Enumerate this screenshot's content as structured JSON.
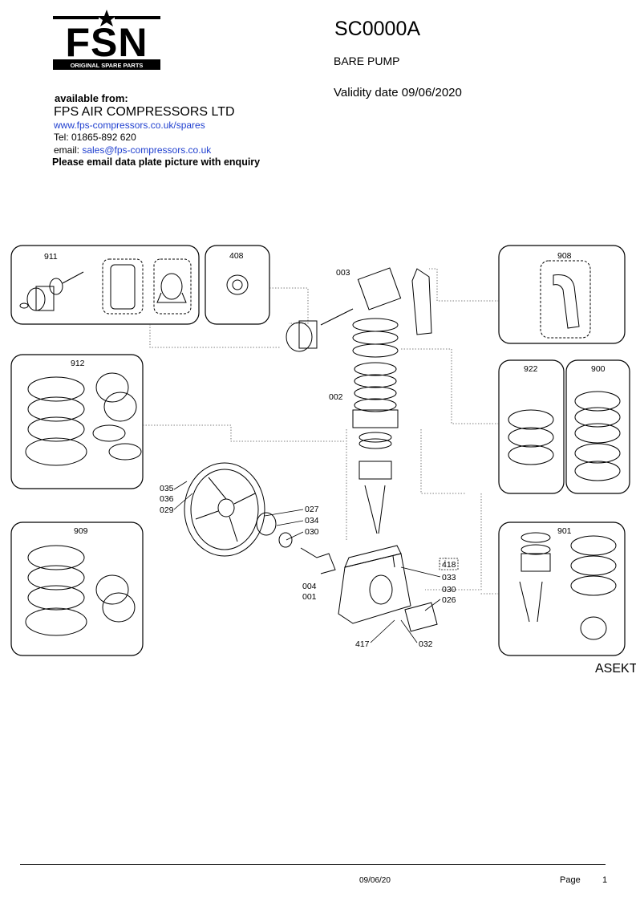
{
  "header": {
    "logo_text": "FSN",
    "logo_tagline": "ORIGINAL SPARE PARTS",
    "code": "SC0000A",
    "description": "BARE PUMP",
    "validity": "Validity date 09/06/2020"
  },
  "supplier": {
    "available_label": "available from:",
    "company": "FPS AIR COMPRESSORS LTD",
    "website": "www.fps-compressors.co.uk/spares",
    "tel": "Tel: 01865-892 620",
    "email_label": "email: ",
    "email": "sales@fps-compressors.co.uk",
    "note": "Please email data plate picture with enquiry"
  },
  "diagram": {
    "kit_labels": {
      "k911": "911",
      "k408": "408",
      "k908": "908",
      "k912": "912",
      "k922": "922",
      "k900": "900",
      "k909": "909",
      "k901": "901"
    },
    "part_labels": {
      "p003": "003",
      "p002": "002",
      "p035": "035",
      "p036": "036",
      "p029": "029",
      "p027": "027",
      "p034": "034",
      "p030a": "030",
      "p418": "418",
      "p033": "033",
      "p004": "004",
      "p030b": "030",
      "p001": "001",
      "p026": "026",
      "p417": "417",
      "p032": "032"
    },
    "brand_mark": "ASEKT"
  },
  "footer": {
    "date": "09/06/20",
    "page_label": "Page",
    "page_number": "1"
  }
}
